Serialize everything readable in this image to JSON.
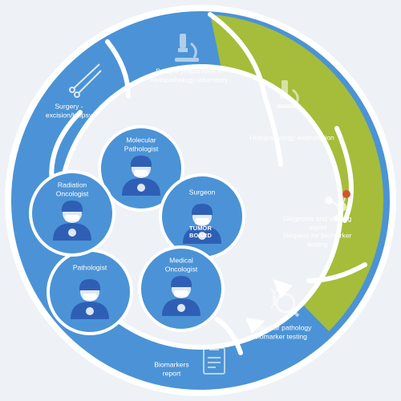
{
  "colors": {
    "blue": "#4b93d6",
    "dark_blue": "#2f5fb5",
    "green": "#a5bd3a",
    "white": "#ffffff",
    "background": "#eef1f5"
  },
  "cycle_steps": [
    {
      "id": "sample-prep",
      "label": "Sample preparation in\nhistopathology laboratory",
      "icon": "microscope-icon",
      "color": "blue"
    },
    {
      "id": "histo-exam",
      "label": "Histopathology examination",
      "icon": "microscope-icon",
      "color": "green"
    },
    {
      "id": "diagnosis",
      "label": "Diagnosis and staging report\nRequest for biomarker testing",
      "icon": "molecule-icon",
      "color": "green"
    },
    {
      "id": "molecular",
      "label": "Molecular pathology\nbiomarker testing",
      "icon": "dna-magnifier-icon",
      "color": "blue"
    },
    {
      "id": "biomarkers",
      "label": "Biomarkers\nreport",
      "icon": "clipboard-icon",
      "color": "blue"
    },
    {
      "id": "surgery",
      "label": "Surgery -\nexcision/biopsy",
      "icon": "scissors-icon",
      "color": "blue"
    }
  ],
  "tumor_board": {
    "label": "TUMOR\nBOARD",
    "icon": "ribbon-icon",
    "members": [
      {
        "id": "molecular-pathologist",
        "label": "Molecular\nPathologist",
        "badge": "dna-icon"
      },
      {
        "id": "surgeon",
        "label": "Surgeon",
        "badge": "scissors-icon"
      },
      {
        "id": "medical-oncologist",
        "label": "Medical\nOncologist",
        "badge": "molecule-icon"
      },
      {
        "id": "pathologist",
        "label": "Pathologist",
        "badge": "microscope-icon"
      },
      {
        "id": "radiation-oncologist",
        "label": "Radiation\nOncologist",
        "badge": "radiation-icon"
      }
    ]
  }
}
